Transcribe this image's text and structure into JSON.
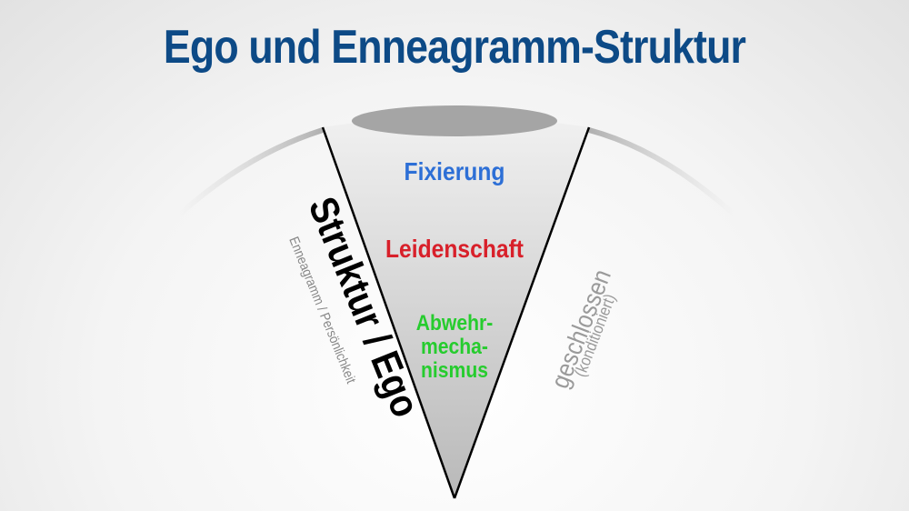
{
  "title": "Ego und Enneagramm-Struktur",
  "funnel": {
    "top": "Fixierung",
    "middle": "Leidenschaft",
    "bottom_lines": [
      "Abwehr-",
      "mecha-",
      "nismus"
    ]
  },
  "left_side": {
    "main": "Struktur / Ego",
    "sub": "Enneagramm / Persönlichkeit"
  },
  "right_side": {
    "main": "geschlossen",
    "sub": "(konditioniert)"
  },
  "colors": {
    "title": "#0d4a86",
    "fixierung": "#2d6fd6",
    "leidenschaft": "#d8202a",
    "abwehr": "#26cc2e",
    "funnel_fill": "#d9d9d9",
    "ellipse": "#a5a5a5",
    "side_text": "#9a9a9a"
  }
}
